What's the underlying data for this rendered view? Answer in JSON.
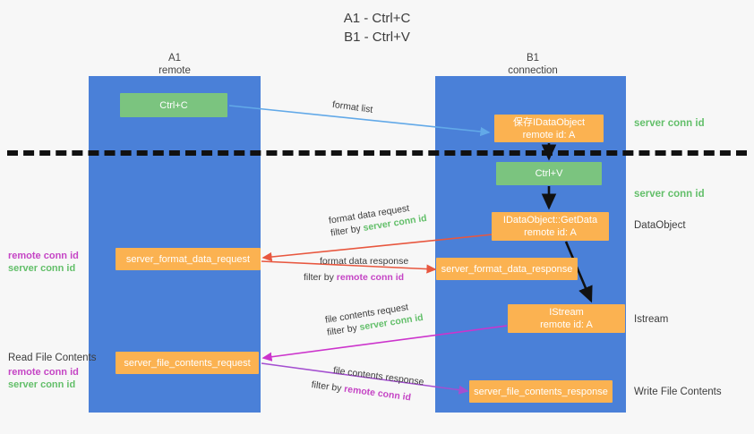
{
  "title": {
    "line1": "A1 - Ctrl+C",
    "line2": "B1 - Ctrl+V"
  },
  "columns": [
    {
      "name": "A1",
      "sub": "remote"
    },
    {
      "name": "B1",
      "sub": "connection"
    }
  ],
  "colors": {
    "lane": "#4a80d8",
    "green_box": "#7bc47f",
    "orange_box": "#fbb251",
    "server_conn": "#63bf6a",
    "remote_conn": "#c545c5",
    "blue_arrow": "#62a9e8",
    "red_arrow": "#e8573f",
    "magenta_arrow": "#cc34cc",
    "purple_arrow": "#a44fd0",
    "dark_arrow": "#111111",
    "background": "#f7f7f7"
  },
  "boxes": {
    "ctrl_c": "Ctrl+C",
    "ctrl_v": "Ctrl+V",
    "idataobject_line1": "保存IDataObject",
    "idataobject_line2": "remote id: A",
    "getdata_line1": "IDataObject::GetData",
    "getdata_line2": "remote id: A",
    "istream_line1": "IStream",
    "istream_line2": "remote id: A",
    "server_format_data_request": "server_format_data_request",
    "server_format_data_response": "server_format_data_response",
    "server_file_contents_request": "server_file_contents_request",
    "server_file_contents_response": "server_file_contents_response"
  },
  "right_labels": {
    "server_conn_id_top": "server conn id",
    "server_conn_id_mid": "server conn id",
    "dataobject": "DataObject",
    "istream": "Istream",
    "write_file_contents": "Write File Contents"
  },
  "left_labels": {
    "remote_conn_id_1": "remote conn id",
    "server_conn_id_1": "server conn id",
    "read_file_contents": "Read File Contents",
    "remote_conn_id_2": "remote conn id",
    "server_conn_id_2": "server conn id"
  },
  "flow_labels": {
    "format_list": "format list",
    "format_data_request": "format data request",
    "format_data_request_filter_prefix": "filter by ",
    "format_data_request_filter_value": "server conn id",
    "format_data_response": "format data response",
    "format_data_response_filter_prefix": "filter by ",
    "format_data_response_filter_value": "remote conn id",
    "file_contents_request": "file contents request",
    "file_contents_request_filter_prefix": "filter by ",
    "file_contents_request_filter_value": "server conn id",
    "file_contents_response": "file contents response",
    "file_contents_response_filter_prefix": "filter by ",
    "file_contents_response_filter_value": "remote conn id"
  }
}
